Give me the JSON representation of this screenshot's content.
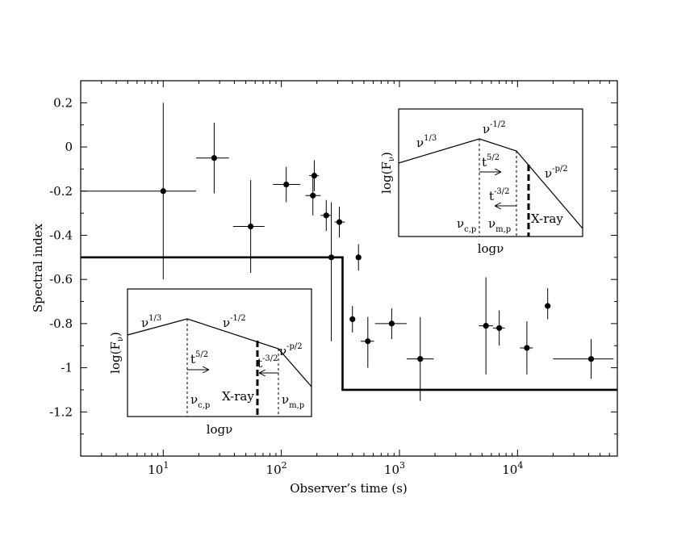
{
  "chart_data": {
    "type": "scatter",
    "title": "",
    "xlabel": "Observer’s time (s)",
    "ylabel": "Spectral index",
    "x_scale": "log",
    "xlim": [
      2,
      70000
    ],
    "ylim": [
      -1.4,
      0.3
    ],
    "xticks": [
      {
        "value": 10,
        "base": "10",
        "exp": "1"
      },
      {
        "value": 100,
        "base": "10",
        "exp": "2"
      },
      {
        "value": 1000,
        "base": "10",
        "exp": "3"
      },
      {
        "value": 10000,
        "base": "10",
        "exp": "4"
      }
    ],
    "yticks": [
      {
        "value": 0.2,
        "label": "0.2"
      },
      {
        "value": 0,
        "label": "0"
      },
      {
        "value": -0.2,
        "label": "-0.2"
      },
      {
        "value": -0.4,
        "label": "-0.4"
      },
      {
        "value": -0.6,
        "label": "-0.6"
      },
      {
        "value": -0.8,
        "label": "-0.8"
      },
      {
        "value": -1,
        "label": "-1"
      },
      {
        "value": -1.2,
        "label": "-1.2"
      }
    ],
    "grid": false,
    "points": [
      {
        "x": 10,
        "y": -0.2,
        "xlo": 2,
        "xhi": 19,
        "ylo": -0.6,
        "yhi": 0.2
      },
      {
        "x": 27,
        "y": -0.05,
        "xlo": 19,
        "xhi": 36,
        "ylo": -0.21,
        "yhi": 0.11
      },
      {
        "x": 55,
        "y": -0.36,
        "xlo": 39,
        "xhi": 72,
        "ylo": -0.57,
        "yhi": -0.15
      },
      {
        "x": 110,
        "y": -0.17,
        "xlo": 85,
        "xhi": 145,
        "ylo": -0.25,
        "yhi": -0.09
      },
      {
        "x": 190,
        "y": -0.13,
        "xlo": 172,
        "xhi": 208,
        "ylo": -0.2,
        "yhi": -0.06
      },
      {
        "x": 185,
        "y": -0.22,
        "xlo": 160,
        "xhi": 215,
        "ylo": -0.31,
        "yhi": -0.13
      },
      {
        "x": 240,
        "y": -0.31,
        "xlo": 215,
        "xhi": 262,
        "ylo": -0.38,
        "yhi": -0.24
      },
      {
        "x": 265,
        "y": -0.5,
        "xlo": 252,
        "xhi": 280,
        "ylo": -0.88,
        "yhi": -0.25
      },
      {
        "x": 310,
        "y": -0.34,
        "xlo": 283,
        "xhi": 345,
        "ylo": -0.41,
        "yhi": -0.27
      },
      {
        "x": 400,
        "y": -0.78,
        "xlo": 385,
        "xhi": 415,
        "ylo": -0.84,
        "yhi": -0.72
      },
      {
        "x": 450,
        "y": -0.5,
        "xlo": 440,
        "xhi": 460,
        "ylo": -0.56,
        "yhi": -0.44
      },
      {
        "x": 540,
        "y": -0.88,
        "xlo": 470,
        "xhi": 610,
        "ylo": -1.0,
        "yhi": -0.77
      },
      {
        "x": 860,
        "y": -0.8,
        "xlo": 620,
        "xhi": 1150,
        "ylo": -0.87,
        "yhi": -0.73
      },
      {
        "x": 1500,
        "y": -0.96,
        "xlo": 1150,
        "xhi": 1950,
        "ylo": -1.15,
        "yhi": -0.77
      },
      {
        "x": 5400,
        "y": -0.81,
        "xlo": 4700,
        "xhi": 6200,
        "ylo": -1.03,
        "yhi": -0.59
      },
      {
        "x": 7000,
        "y": -0.82,
        "xlo": 6200,
        "xhi": 7800,
        "ylo": -0.9,
        "yhi": -0.74
      },
      {
        "x": 12000,
        "y": -0.91,
        "xlo": 10500,
        "xhi": 13500,
        "ylo": -1.03,
        "yhi": -0.79
      },
      {
        "x": 18000,
        "y": -0.72,
        "xlo": 17000,
        "xhi": 19000,
        "ylo": -0.78,
        "yhi": -0.64
      },
      {
        "x": 42000,
        "y": -0.96,
        "xlo": 20000,
        "xhi": 65000,
        "ylo": -1.05,
        "yhi": -0.87
      }
    ],
    "model_line": {
      "x": [
        2,
        330,
        330,
        70000
      ],
      "y": [
        -0.5,
        -0.5,
        -1.1,
        -1.1
      ]
    }
  },
  "insets": {
    "top": {
      "ylabel_base": "log(F",
      "ylabel_sub": "ν",
      "ylabel_close": ")",
      "xlabel": "logν",
      "seg1_base": "ν",
      "seg1_exp": "1/3",
      "seg2_base": "ν",
      "seg2_exp": "-1/2",
      "seg3_base": "ν",
      "seg3_exp": "-p/2",
      "arrow1_base": "t",
      "arrow1_exp": "5/2",
      "arrow2_base": "t",
      "arrow2_exp": "-3/2",
      "break1_base": "ν",
      "break1_sub": "c,p",
      "break2_base": "ν",
      "break2_sub": "m,p",
      "band_label": "X-ray"
    },
    "bottom": {
      "ylabel_base": "log(F",
      "ylabel_sub": "ν",
      "ylabel_close": ")",
      "xlabel": "logν",
      "seg1_base": "ν",
      "seg1_exp": "1/3",
      "seg2_base": "ν",
      "seg2_exp": "-1/2",
      "seg3_base": "ν",
      "seg3_exp": "-p/2",
      "arrow1_base": "t",
      "arrow1_exp": "5/2",
      "arrow2_base": "t",
      "arrow2_exp": "-3/2",
      "break1_base": "ν",
      "break1_sub": "c,p",
      "break2_base": "ν",
      "break2_sub": "m,p",
      "band_label": "X-ray"
    }
  }
}
